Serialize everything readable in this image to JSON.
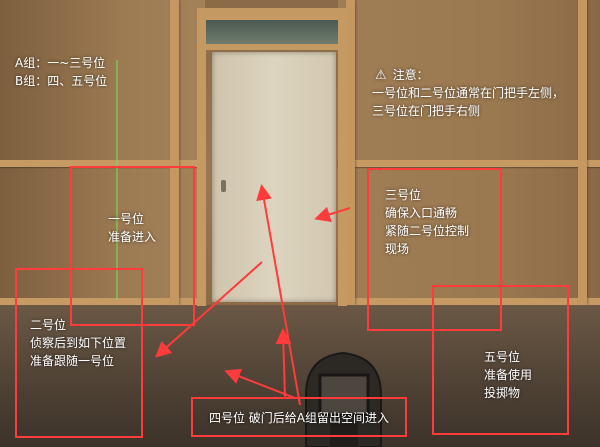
{
  "groups": {
    "a": "A组：一~三号位",
    "b": "B组：四、五号位"
  },
  "note": {
    "title": "注意：",
    "line1": "一号位和二号位通常在门把手左侧，",
    "line2": "三号位在门把手右侧"
  },
  "positions": {
    "p1": {
      "line1": "一号位",
      "line2": "准备进入"
    },
    "p2": {
      "line1": "二号位",
      "line2": "侦察后到如下位置",
      "line3": "准备跟随一号位"
    },
    "p3": {
      "line1": "三号位",
      "line2": "确保入口通畅",
      "line3": "紧随二号位控制",
      "line4": "现场"
    },
    "p4": {
      "text": "四号位 破门后给A组留出空间进入"
    },
    "p5": {
      "line1": "五号位",
      "line2": "准备使用",
      "line3": "投掷物"
    }
  },
  "colors": {
    "annotation": "#ff3b3b",
    "text": "#ffffff"
  },
  "icons": {
    "warning": "warning-icon"
  }
}
